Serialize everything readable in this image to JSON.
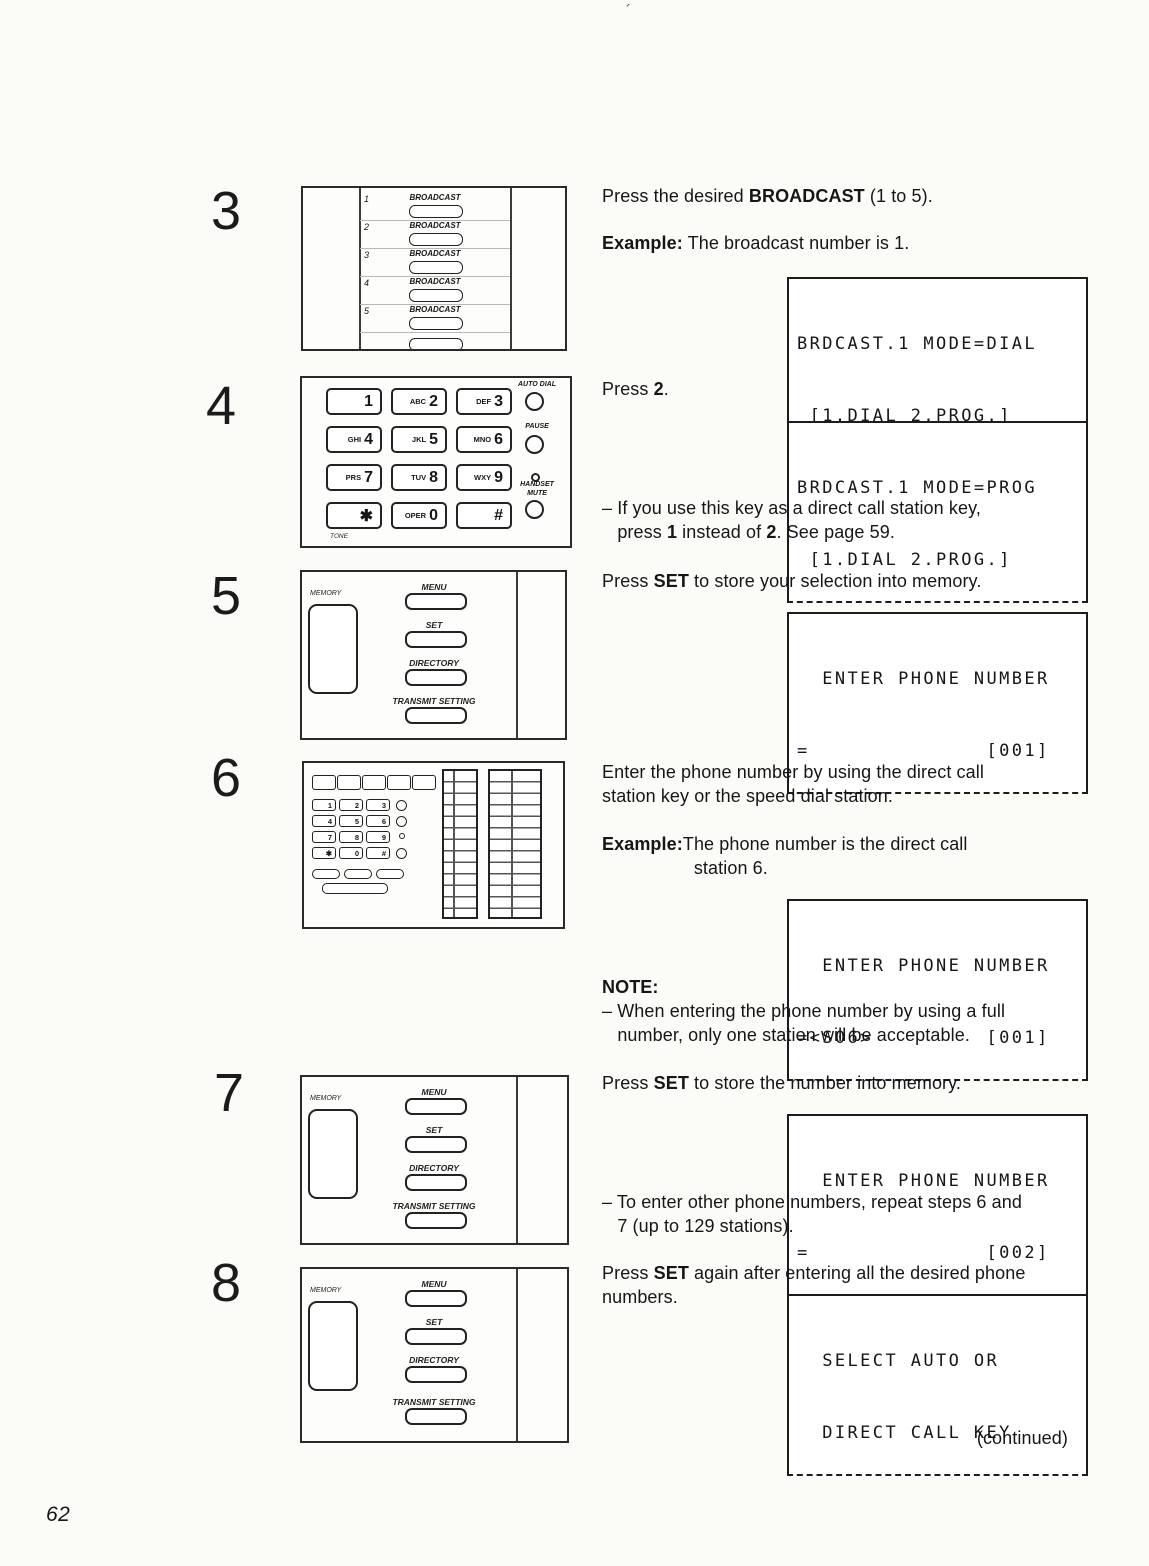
{
  "page": {
    "number": "62",
    "continued": "(continued)",
    "speck": "´"
  },
  "illustrations": {
    "broadcast": {
      "label": "BROADCAST",
      "numbers": [
        "1",
        "2",
        "3",
        "4",
        "5"
      ]
    },
    "keypad": {
      "keys": [
        {
          "sub": "",
          "num": "1"
        },
        {
          "sub": "ABC",
          "num": "2"
        },
        {
          "sub": "DEF",
          "num": "3"
        },
        {
          "sub": "GHI",
          "num": "4"
        },
        {
          "sub": "JKL",
          "num": "5"
        },
        {
          "sub": "MNO",
          "num": "6"
        },
        {
          "sub": "PRS",
          "num": "7"
        },
        {
          "sub": "TUV",
          "num": "8"
        },
        {
          "sub": "WXY",
          "num": "9"
        },
        {
          "sub": "",
          "num": "✱"
        },
        {
          "sub": "OPER",
          "num": "0"
        },
        {
          "sub": "",
          "num": "#"
        }
      ],
      "auto_dial_label": "AUTO DIAL",
      "pause_label": "PAUSE",
      "handset_label": "HANDSET",
      "mute_label": "MUTE",
      "tone_label": "TONE"
    },
    "menu_panel": {
      "memory_label": "MEMORY",
      "menu_label": "MENU",
      "set_label": "SET",
      "directory_label": "DIRECTORY",
      "transmit_label": "TRANSMIT SETTING"
    }
  },
  "steps": {
    "s3": {
      "number": "3",
      "line1": [
        {
          "t": "Press the desired ",
          "b": false
        },
        {
          "t": "BROADCAST",
          "b": true
        },
        {
          "t": " (1 to 5).",
          "b": false
        }
      ],
      "example": [
        {
          "t": "Example:",
          "b": true
        },
        {
          "t": " The broadcast number is 1.",
          "b": false
        }
      ],
      "lcd": [
        "BRDCAST.1 MODE=DIAL",
        " [1.DIAL 2.PROG.]"
      ]
    },
    "s4": {
      "number": "4",
      "line1": [
        {
          "t": "Press ",
          "b": false
        },
        {
          "t": "2",
          "b": true
        },
        {
          "t": ".",
          "b": false
        }
      ],
      "lcd": [
        "BRDCAST.1 MODE=PROG",
        " [1.DIAL 2.PROG.]"
      ],
      "note": [
        {
          "t": "– If you use this key as a direct call station key,\n   press ",
          "b": false
        },
        {
          "t": "1",
          "b": true
        },
        {
          "t": " instead of ",
          "b": false
        },
        {
          "t": "2",
          "b": true
        },
        {
          "t": ". See page 59.",
          "b": false
        }
      ]
    },
    "s5": {
      "number": "5",
      "line1": [
        {
          "t": "Press ",
          "b": false
        },
        {
          "t": "SET",
          "b": true
        },
        {
          "t": " to store your selection into memory.",
          "b": false
        }
      ],
      "lcd": [
        "  ENTER PHONE NUMBER",
        "=              [001]"
      ]
    },
    "s6": {
      "number": "6",
      "line1": [
        {
          "t": "Enter the phone number by using the direct call\nstation key or the speed dial station.",
          "b": false
        }
      ],
      "example": [
        {
          "t": "Example:",
          "b": true
        },
        {
          "t": "The phone number is the direct call\n                  station 6.",
          "b": false
        }
      ],
      "lcd": [
        "  ENTER PHONE NUMBER",
        "=<S06>         [001]"
      ],
      "note_label": [
        {
          "t": "NOTE:",
          "b": true
        }
      ],
      "note": [
        {
          "t": "– When entering the phone number by using a full\n   number, only one station will be acceptable.",
          "b": false
        }
      ]
    },
    "s7": {
      "number": "7",
      "line1": [
        {
          "t": "Press ",
          "b": false
        },
        {
          "t": "SET",
          "b": true
        },
        {
          "t": " to store the number into memory.",
          "b": false
        }
      ],
      "lcd": [
        "  ENTER PHONE NUMBER",
        "=              [002]"
      ],
      "note": [
        {
          "t": "– To enter other phone numbers, repeat steps 6 and\n   7 (up to 129 stations).",
          "b": false
        }
      ]
    },
    "s8": {
      "number": "8",
      "line1": [
        {
          "t": "Press ",
          "b": false
        },
        {
          "t": "SET",
          "b": true
        },
        {
          "t": " again after entering all the desired phone\nnumbers.",
          "b": false
        }
      ],
      "lcd": [
        "  SELECT AUTO OR",
        "  DIRECT CALL KEY"
      ]
    }
  }
}
